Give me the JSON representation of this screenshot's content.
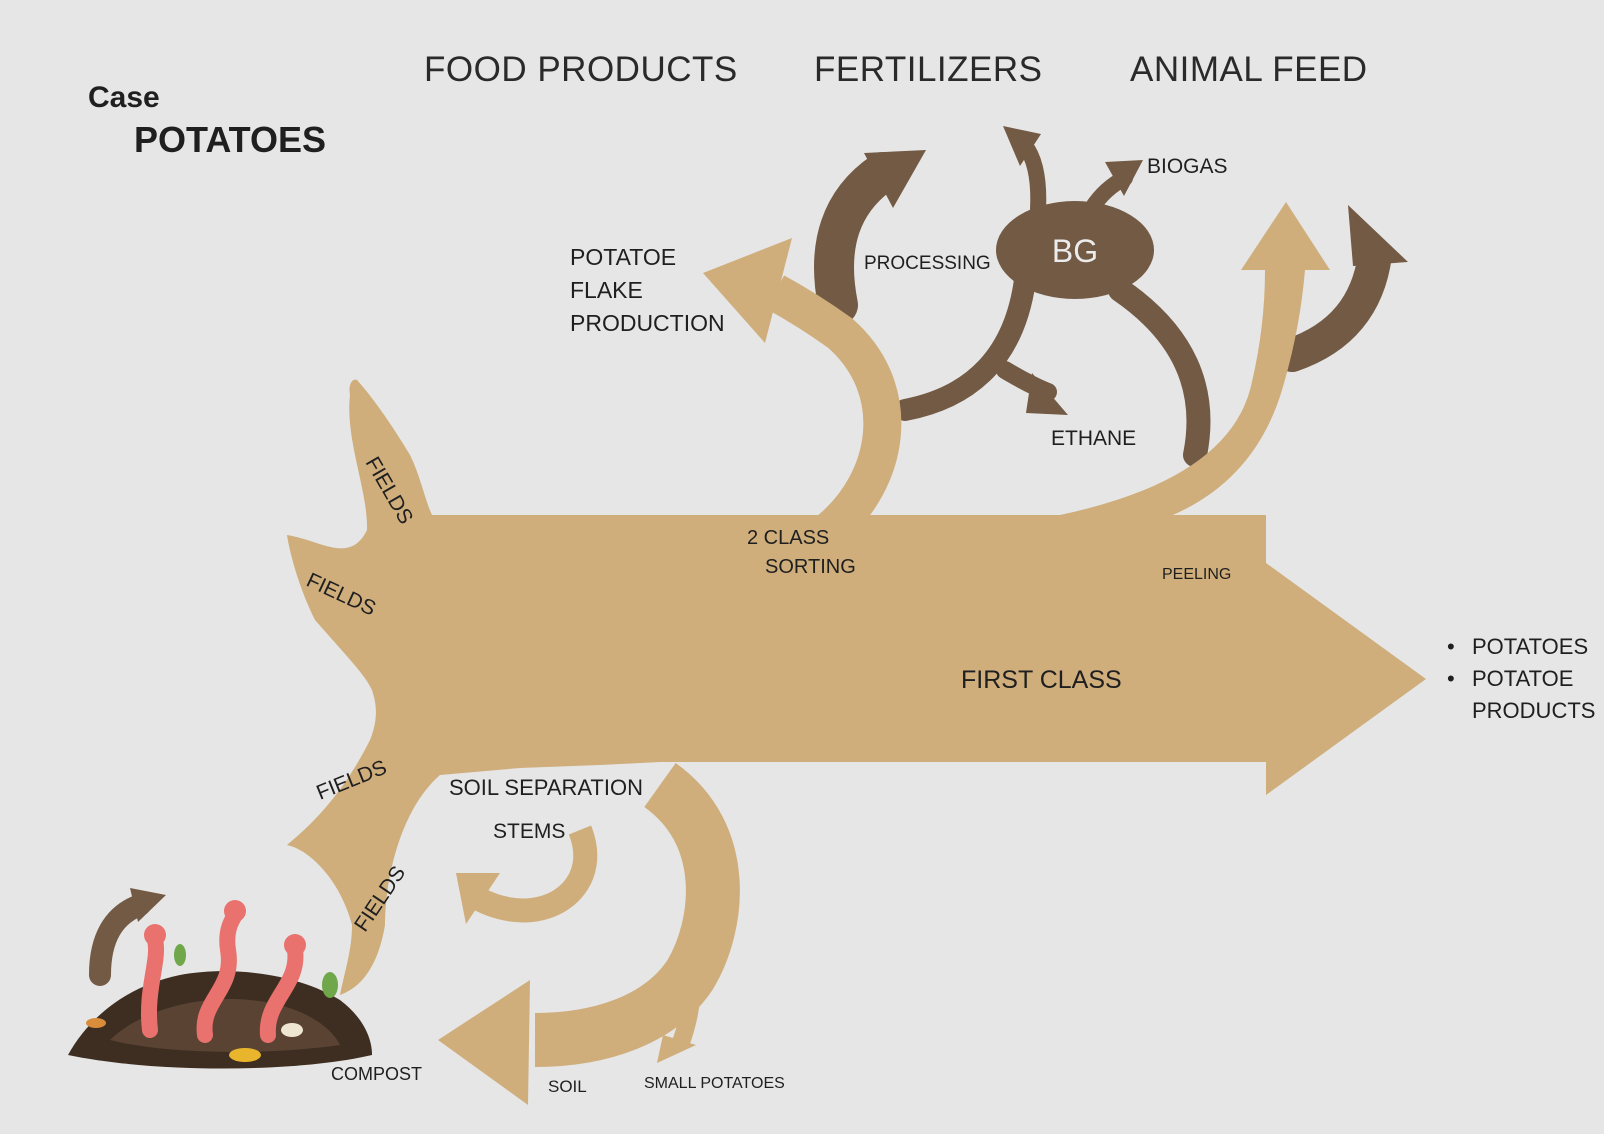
{
  "colors": {
    "background": "#e6e6e6",
    "potato_flow": "#cfae7c",
    "fertilizer_flow": "#735a44",
    "text": "#1f1f1f"
  },
  "title": {
    "case": "Case",
    "name": "POTATOES"
  },
  "headers": {
    "food_products": "FOOD PRODUCTS",
    "fertilizers": "FERTILIZERS",
    "animal_feed": "ANIMAL FEED"
  },
  "fields": [
    "FIELDS",
    "FIELDS",
    "FIELDS",
    "FIELDS"
  ],
  "labels": {
    "flake_1": "POTATOE",
    "flake_2": "FLAKE",
    "flake_3": "PRODUCTION",
    "processing": "PROCESSING",
    "bg": "BG",
    "biogas": "BIOGAS",
    "ethane": "ETHANE",
    "sorting_1": "2 CLASS",
    "sorting_2": "SORTING",
    "peeling": "PEELING",
    "first_class": "FIRST CLASS",
    "soil_separation": "SOIL SEPARATION",
    "stems": "STEMS",
    "compost": "COMPOST",
    "soil": "SOIL",
    "small_potatoes": "SMALL POTATOES"
  },
  "outputs": [
    "POTATOES",
    "POTATOE",
    "PRODUCTS"
  ],
  "bullet_symbol": "•"
}
